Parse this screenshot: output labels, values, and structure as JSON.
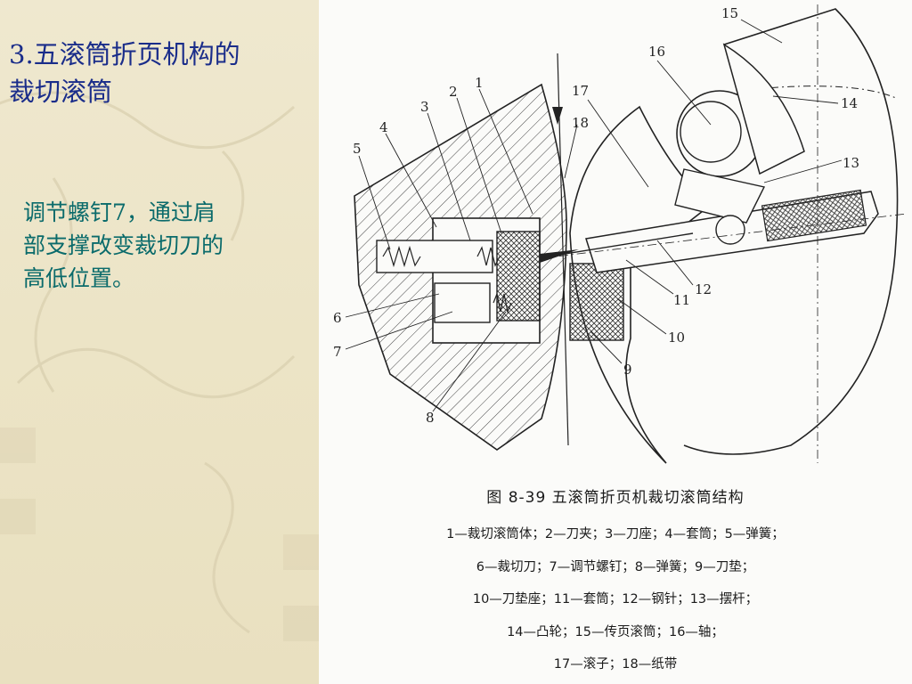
{
  "slide": {
    "title_line1": "3.五滚筒折页机构的",
    "title_line2": "裁切滚筒",
    "body_line1": "调节螺钉7，通过肩",
    "body_line2": "部支撑改变裁切刀的",
    "body_line3": "高低位置。"
  },
  "figure": {
    "caption": "图 8-39   五滚筒折页机裁切滚筒结构",
    "legend": [
      "1—裁切滚筒体；2—刀夹；3—刀座；4—套筒；5—弹簧；",
      "6—裁切刀；7—调节螺钉；8—弹簧；9—刀垫；",
      "10—刀垫座；11—套筒；12—钢针；13—摆杆；",
      "14—凸轮；15—传页滚筒；16—轴；",
      "17—滚子；18—纸带"
    ],
    "labels": {
      "l1": "1",
      "l2": "2",
      "l3": "3",
      "l4": "4",
      "l5": "5",
      "l6": "6",
      "l7": "7",
      "l8": "8",
      "l9": "9",
      "l10": "10",
      "l11": "11",
      "l12": "12",
      "l13": "13",
      "l14": "14",
      "l15": "15",
      "l16": "16",
      "l17": "17",
      "l18": "18"
    }
  },
  "colors": {
    "title": "#1a2d8a",
    "body": "#0b6b6b",
    "panel": "#ece4c6"
  }
}
